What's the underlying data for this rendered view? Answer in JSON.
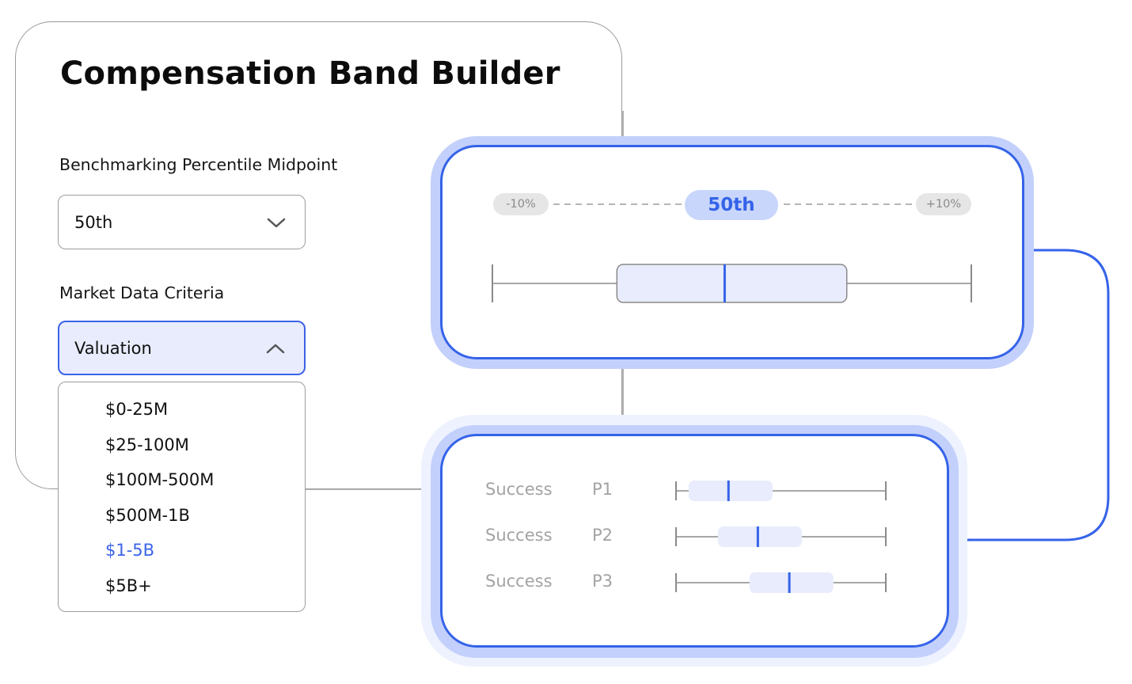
{
  "app": {
    "title": "Compensation Band Builder"
  },
  "percentile": {
    "label": "Benchmarking Percentile Midpoint",
    "value": "50th"
  },
  "criteria": {
    "label": "Market Data Criteria",
    "value": "Valuation",
    "options": [
      "$0-25M",
      "$25-100M",
      "$100M-500M",
      "$500M-1B",
      "$1-5B",
      "$5B+"
    ],
    "selected_index": 4
  },
  "band": {
    "low_label": "-10%",
    "mid_label": "50th",
    "high_label": "+10%",
    "box_start": 0.26,
    "box_end": 0.74,
    "median": 0.485
  },
  "rows": [
    {
      "label": "Success",
      "level": "P1",
      "box_start": 0.06,
      "box_end": 0.46,
      "median": 0.25
    },
    {
      "label": "Success",
      "level": "P2",
      "box_start": 0.2,
      "box_end": 0.6,
      "median": 0.39
    },
    {
      "label": "Success",
      "level": "P3",
      "box_start": 0.35,
      "box_end": 0.75,
      "median": 0.54
    }
  ],
  "colors": {
    "accent": "#3563e9",
    "accent_light": "#c3d0fb",
    "fill_light": "#e8ecfc",
    "selected_text": "#3b63e8"
  }
}
